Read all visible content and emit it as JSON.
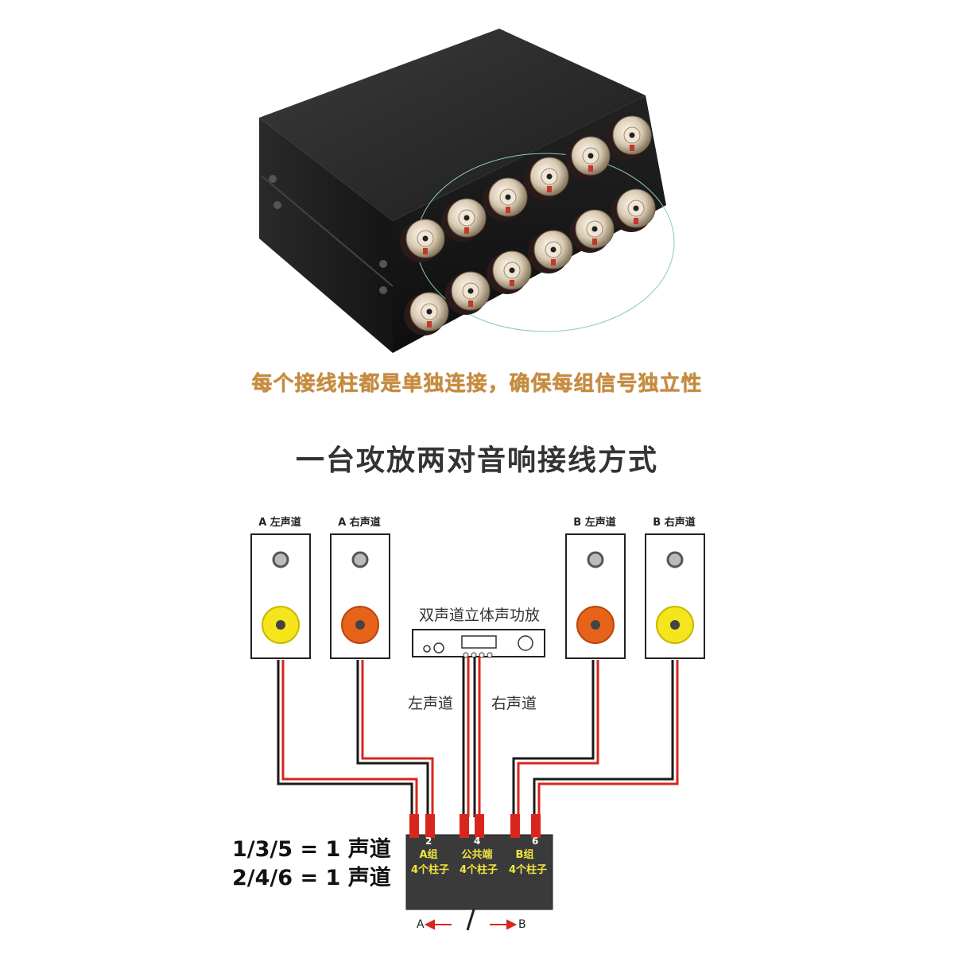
{
  "photo": {
    "caption": "每个接线柱都是单独连接，确保每组信号独立性"
  },
  "diagram": {
    "title": "一台攻放两对音响接线方式",
    "speakers": [
      {
        "label": "A 左声道",
        "cone_color": "#f4e51c"
      },
      {
        "label": "A 右声道",
        "cone_color": "#e8631a"
      },
      {
        "label": "B 左声道",
        "cone_color": "#e8631a"
      },
      {
        "label": "B 右声道",
        "cone_color": "#f4e51c"
      }
    ],
    "amplifier_label": "双声道立体声功放",
    "left_channel_label": "左声道",
    "right_channel_label": "右声道",
    "switch": {
      "terminal_numbers": [
        "2",
        "4",
        "6"
      ],
      "groups": [
        {
          "name": "A组",
          "posts": "4个柱子"
        },
        {
          "name": "公共端",
          "posts": "4个柱子"
        },
        {
          "name": "B组",
          "posts": "4个柱子"
        }
      ],
      "arrow_a": "A",
      "arrow_b": "B"
    },
    "legend": [
      "1/3/5 = 1 声道",
      "2/4/6 = 1 声道"
    ]
  },
  "colors": {
    "wire_red": "#d8261e",
    "wire_black": "#1a1a1a",
    "switch_body": "#3a3a3a"
  }
}
